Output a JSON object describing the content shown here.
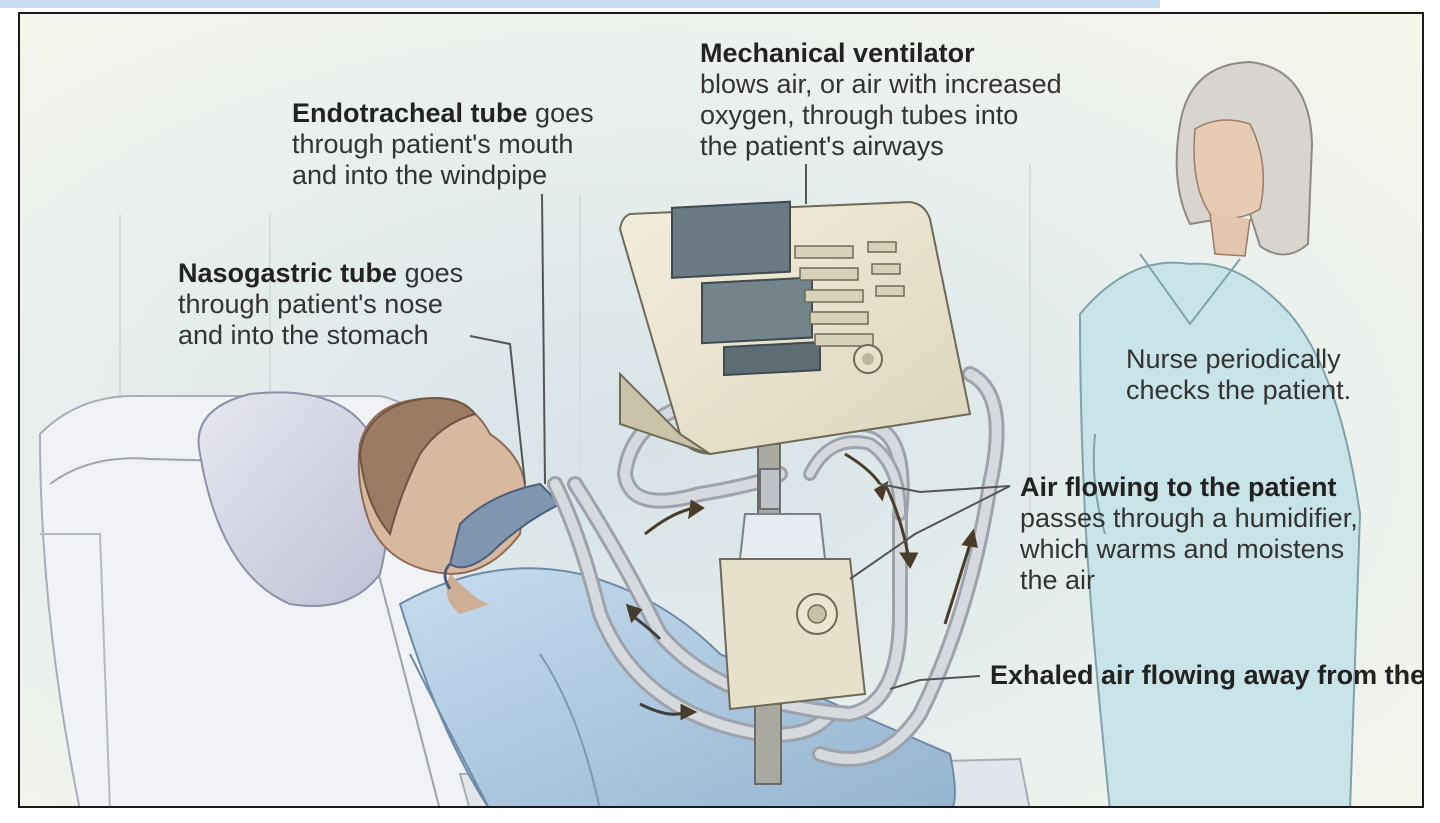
{
  "labels": {
    "ventilator": {
      "title": "Mechanical ventilator",
      "lines": [
        "blows air, or air with increased",
        "oxygen, through tubes into",
        "the patient's airways"
      ]
    },
    "endotracheal": {
      "title": "Endotracheal tube",
      "title_tail": " goes",
      "lines": [
        "through patient's mouth",
        "and into the windpipe"
      ]
    },
    "nasogastric": {
      "title": "Nasogastric tube",
      "title_tail": " goes",
      "lines": [
        "through patient's nose",
        "and into the stomach"
      ]
    },
    "nurse": {
      "lines": [
        "Nurse periodically",
        "checks the patient."
      ]
    },
    "air_to_patient": {
      "title": "Air flowing to the patient",
      "lines": [
        "passes through a humidifier,",
        "which warms and moistens",
        "the air"
      ]
    },
    "exhaled": {
      "lines": [
        "Exhaled air flowing",
        "away from the patient"
      ]
    }
  },
  "colors": {
    "background": "#eef2ef",
    "bed": "#eef0f4",
    "gown": "#b9d3e6",
    "ventilator_body": "#e9e3cf",
    "screen": "#6f7f86",
    "tubing": "#c9ccd2",
    "nurse_scrubs": "#c5e5ea",
    "arrow": "#4a3d28"
  }
}
